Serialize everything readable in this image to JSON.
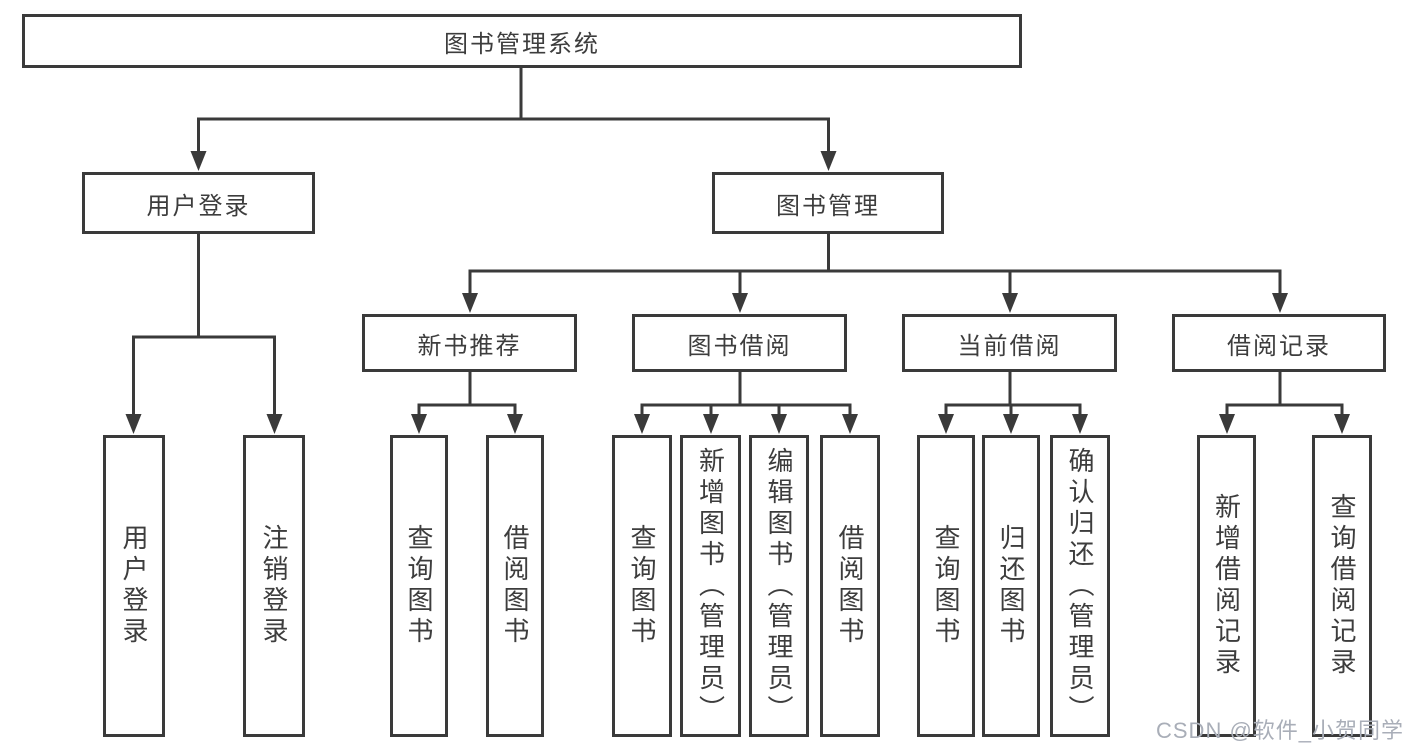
{
  "diagram": {
    "type": "tree",
    "tree": {
      "label": "图书管理系统",
      "children": [
        {
          "label": "用户登录",
          "children": [
            {
              "label": "用户登录"
            },
            {
              "label": "注销登录"
            }
          ]
        },
        {
          "label": "图书管理",
          "children": [
            {
              "label": "新书推荐",
              "children": [
                {
                  "label": "查询图书"
                },
                {
                  "label": "借阅图书"
                }
              ]
            },
            {
              "label": "图书借阅",
              "children": [
                {
                  "label": "查询图书"
                },
                {
                  "label": "新增图书（管理员）"
                },
                {
                  "label": "编辑图书（管理员）"
                },
                {
                  "label": "借阅图书"
                }
              ]
            },
            {
              "label": "当前借阅",
              "children": [
                {
                  "label": "查询图书"
                },
                {
                  "label": "归还图书"
                },
                {
                  "label": "确认归还（管理员）"
                }
              ]
            },
            {
              "label": "借阅记录",
              "children": [
                {
                  "label": "新增借阅记录"
                },
                {
                  "label": "查询借阅记录"
                }
              ]
            }
          ]
        }
      ]
    },
    "colors": {
      "line": "#3a3a3a",
      "text": "#3d3d3d",
      "background": "#ffffff",
      "watermark": "#a9aeb8"
    }
  },
  "watermark": {
    "text": "CSDN @软件_小贺同学"
  }
}
